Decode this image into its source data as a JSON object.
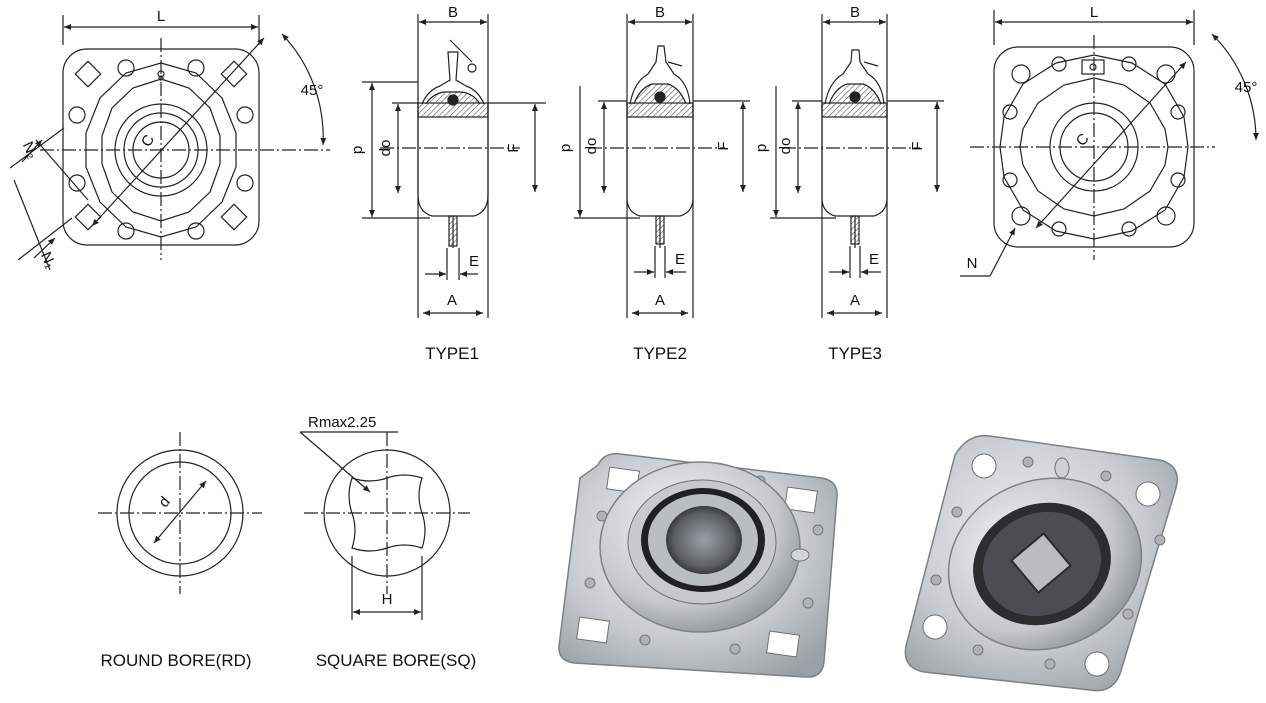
{
  "colors": {
    "line": "#222222",
    "hatch": "#555555",
    "metal_light": "#d9dcdf",
    "metal_dark": "#8a8f94",
    "bore": "#3a3d40"
  },
  "flange_square_left": {
    "dim_L": "L",
    "dim_C": "C",
    "angle": "45°",
    "dim_N1": "N₁",
    "dim_N2": "N₂"
  },
  "type1": {
    "dim_B": "B",
    "dim_p": "p",
    "dim_do": "do",
    "dim_F": "F",
    "dim_E": "E",
    "dim_A": "A",
    "caption": "TYPE1"
  },
  "type2": {
    "dim_B": "B",
    "dim_p": "p",
    "dim_do": "do",
    "dim_F": "F",
    "dim_E": "E",
    "dim_A": "A",
    "caption": "TYPE2"
  },
  "type3": {
    "dim_B": "B",
    "dim_p": "p",
    "dim_do": "do",
    "dim_F": "F",
    "dim_E": "E",
    "dim_A": "A",
    "caption": "TYPE3"
  },
  "flange_square_right": {
    "dim_L": "L",
    "dim_C": "C",
    "angle": "45°",
    "dim_N": "N"
  },
  "round_bore": {
    "dim_d": "d",
    "caption": "ROUND BORE(RD)"
  },
  "square_bore": {
    "radius_note": "Rmax2.25",
    "dim_H": "H",
    "caption": "SQUARE BORE(SQ)"
  },
  "photos": [
    {
      "icon": "flange-bearing-round-bore-photo"
    },
    {
      "icon": "flange-bearing-square-bore-photo"
    }
  ]
}
